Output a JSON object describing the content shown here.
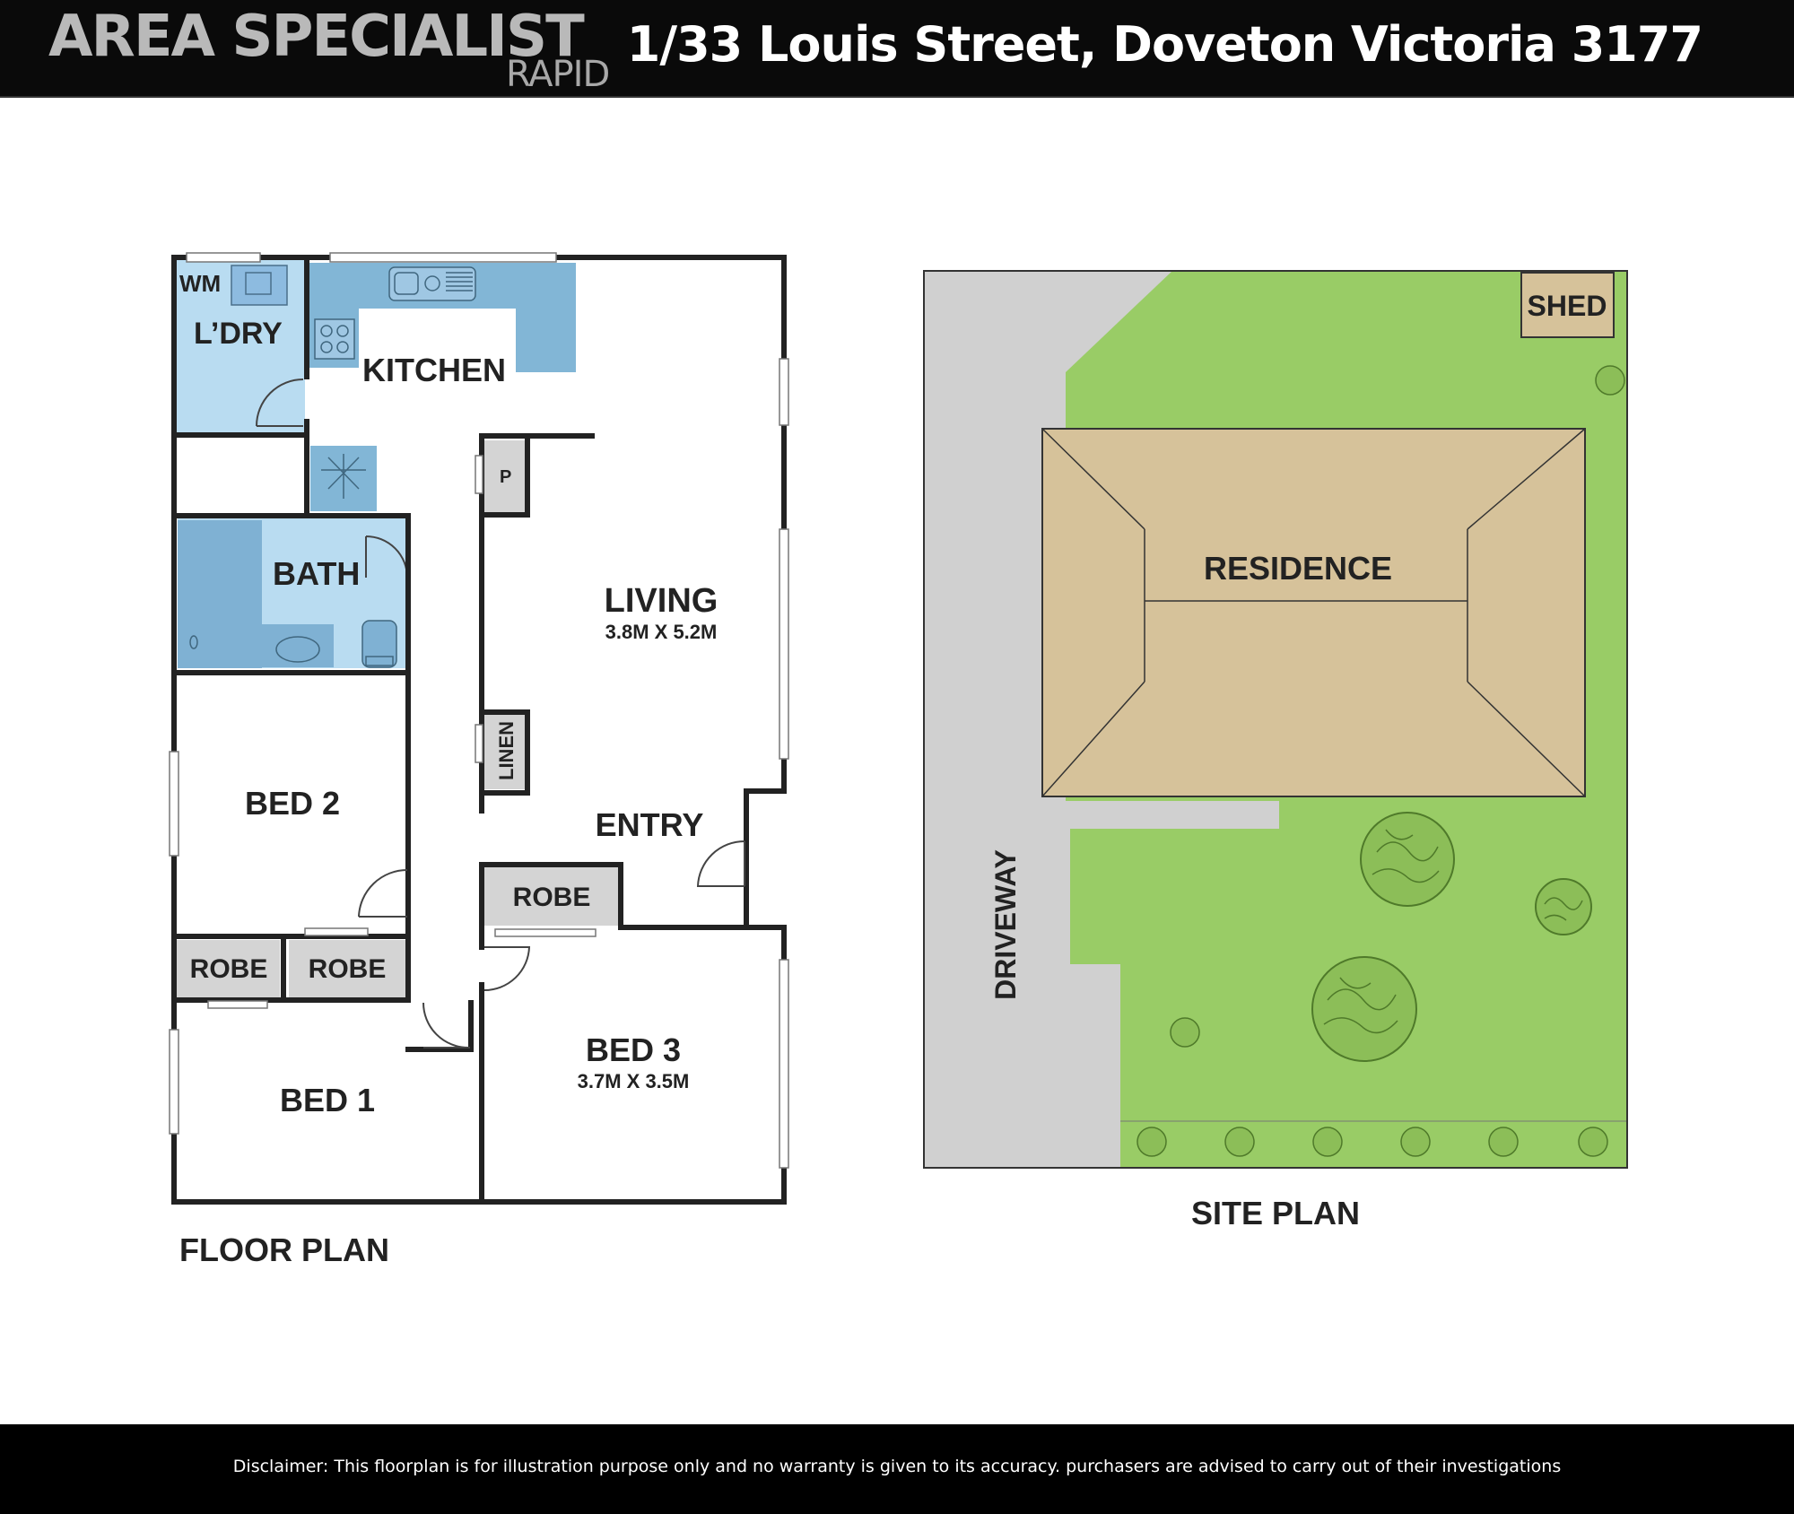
{
  "header": {
    "logo_main": "AREA SPECIALIST",
    "logo_sub": "RAPID",
    "address": "1/33 Louis Street, Doveton Victoria 3177"
  },
  "floor_plan": {
    "caption": "FLOOR PLAN",
    "rooms": {
      "wm": "WM",
      "laundry": "L’DRY",
      "kitchen": "KITCHEN",
      "pantry": "P",
      "bath": "BATH",
      "living": "LIVING",
      "living_dims": "3.8M X 5.2M",
      "linen": "LINEN",
      "entry": "ENTRY",
      "bed2": "BED 2",
      "robe_hall": "ROBE",
      "robe_bed2_left": "ROBE",
      "robe_bed2_right": "ROBE",
      "bed1": "BED 1",
      "bed3": "BED 3",
      "bed3_dims": "3.7M X 3.5M"
    }
  },
  "site_plan": {
    "caption": "SITE PLAN",
    "shed": "SHED",
    "residence": "RESIDENCE",
    "driveway": "DRIVEWAY"
  },
  "colors": {
    "wet_area": "#b9dcf1",
    "wet_fixture": "#7fb1d3",
    "robe": "#d4d4d4",
    "wall": "#222222",
    "lawn": "#99cc66",
    "roof": "#d6c29a",
    "driveway": "#d0d0d0",
    "tree": "#8cbe58"
  },
  "footer": {
    "disclaimer": "Disclaimer: This floorplan is for illustration purpose only and no warranty is given to its accuracy. purchasers are advised to carry out of their investigations"
  }
}
